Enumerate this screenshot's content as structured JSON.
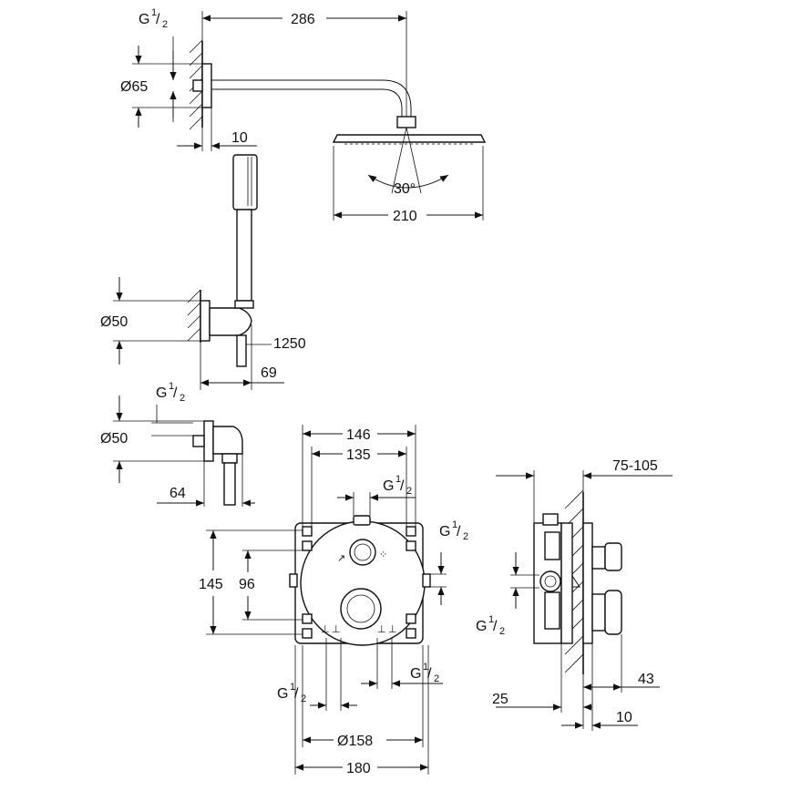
{
  "dimensions": {
    "d286": "286",
    "d10_top": "10",
    "d65": "Ø65",
    "d30": "30°",
    "d210": "210",
    "d50_holder": "Ø50",
    "d1250": "1250",
    "d69": "69",
    "d50_elbow": "Ø50",
    "d64": "64",
    "d146": "146",
    "d135": "135",
    "d145": "145",
    "d96": "96",
    "d158": "Ø158",
    "d180": "180",
    "d75_105": "75-105",
    "d43": "43",
    "d25": "25",
    "d10_side": "10"
  },
  "thread": {
    "g": "G",
    "num": "1",
    "den": "2"
  }
}
